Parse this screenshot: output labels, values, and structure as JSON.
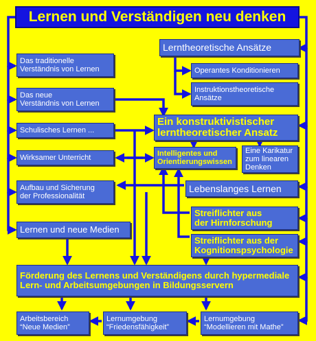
{
  "title": "Lernen und Verständigen neu denken",
  "left_column": [
    "Das traditionelle\nVerständnis von Lernen",
    "Das neue\nVerständnis von Lernen",
    "Schulisches Lernen ...",
    "Wirksamer Unterricht",
    "Aufbau und Sicherung\nder Professionalität",
    "Lernen und neue Medien"
  ],
  "learning_theories": {
    "header": "Lerntheoretische Ansätze",
    "operant": "Operantes Konditionieren",
    "instructional": "Instruktionstheoretische\nAnsätze"
  },
  "constructivist": "Ein konstruktivistischer\nlerntheoretischer Ansatz",
  "intelligent_knowledge": "Intelligentes und\nOrientierungswissen",
  "caricature": "Eine Karikatur\nzum linearen\nDenken",
  "lifelong": "Lebenslanges Lernen",
  "brain_research": "Streiflichter aus\nder Hirnforschung",
  "cognitive_psych": "Streiflichter aus der\nKognitionspsychologie",
  "promotion": "Förderung des Lernens und Verständigens durch hypermediale\nLern- und Arbeitsumgebungen in Bildungsservern",
  "bottom": [
    "Arbeitsbereich\n“Neue Medien”",
    "Lernumgebung\n“Friedensfähigkeit”",
    "Lernumgebung\n“Modellieren mit Mathe”"
  ]
}
